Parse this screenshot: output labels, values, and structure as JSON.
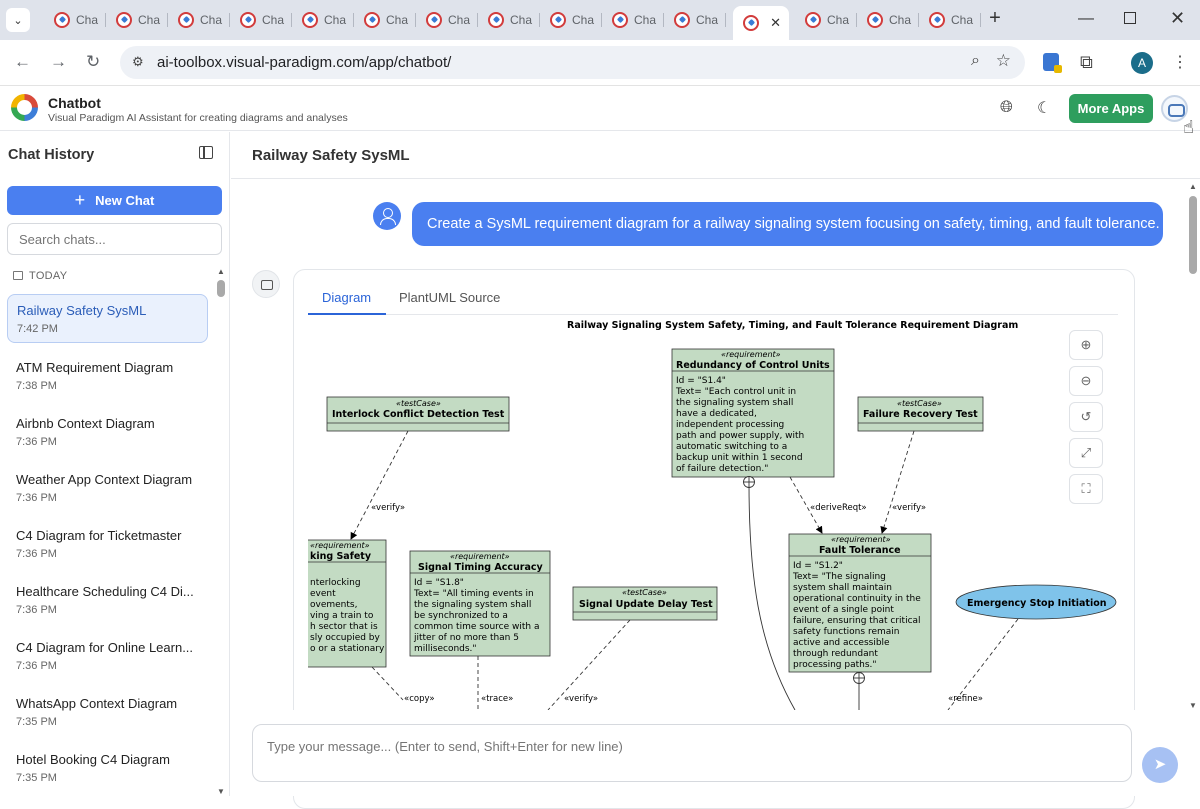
{
  "browser": {
    "tab_label": "Cha",
    "tab_count_inactive": 14,
    "url": "ai-toolbox.visual-paradigm.com/app/chatbot/",
    "profile_initial": "A"
  },
  "app": {
    "title": "Chatbot",
    "subtitle": "Visual Paradigm AI Assistant for creating diagrams and analyses",
    "more_apps": "More Apps"
  },
  "sidebar": {
    "title": "Chat History",
    "new_chat": "New Chat",
    "search_placeholder": "Search chats...",
    "section": "TODAY",
    "items": [
      {
        "title": "Railway Safety SysML",
        "time": "7:42 PM"
      },
      {
        "title": "ATM Requirement Diagram",
        "time": "7:38 PM"
      },
      {
        "title": "Airbnb Context Diagram",
        "time": "7:36 PM"
      },
      {
        "title": "Weather App Context Diagram",
        "time": "7:36 PM"
      },
      {
        "title": "C4 Diagram for Ticketmaster",
        "time": "7:36 PM"
      },
      {
        "title": "Healthcare Scheduling C4 Di...",
        "time": "7:36 PM"
      },
      {
        "title": "C4 Diagram for Online Learn...",
        "time": "7:36 PM"
      },
      {
        "title": "WhatsApp Context Diagram",
        "time": "7:35 PM"
      },
      {
        "title": "Hotel Booking C4 Diagram",
        "time": "7:35 PM"
      }
    ]
  },
  "main": {
    "title": "Railway Safety SysML",
    "user_message": "Create a SysML requirement diagram for a railway signaling system focusing on safety, timing, and fault tolerance.",
    "tabs": [
      "Diagram",
      "PlantUML Source"
    ],
    "input_placeholder": "Type your message... (Enter to send, Shift+Enter for new line)"
  },
  "diagram": {
    "title": "Railway Signaling System Safety, Timing, and Fault Tolerance Requirement Diagram",
    "stereo_testcase": "«testCase»",
    "stereo_requirement": "«requirement»",
    "stereo_requirement_cut": "«requirement»",
    "tc_interlock": "Interlock Conflict Detection Test",
    "tc_failure": "Failure Recovery Test",
    "tc_signal_update": "Signal Update Delay Test",
    "req_redundancy": {
      "name": "Redundancy of Control Units",
      "id": "Id = \"S1.4\"",
      "lines": [
        "Text= \"Each control unit in",
        "the signaling system shall",
        "have a dedicated,",
        "independent processing",
        "path and power supply, with",
        "automatic switching to a",
        "backup unit within 1 second",
        "of failure detection.\""
      ]
    },
    "req_fault": {
      "name": "Fault Tolerance",
      "id": "Id = \"S1.2\"",
      "lines": [
        "Text= \"The signaling",
        "system shall maintain",
        "operational continuity in the",
        "event of a single point",
        "failure, ensuring that critical",
        "safety functions remain",
        "active and accessible",
        "through redundant",
        "processing paths.\""
      ]
    },
    "req_timing": {
      "name": "Signal Timing Accuracy",
      "id": "Id = \"S1.8\"",
      "lines": [
        "Text= \"All timing events in",
        "the signaling system shall",
        "be synchronized to a",
        "common time source with a",
        "jitter of no more than 5",
        "milliseconds.\""
      ]
    },
    "req_locking": {
      "name": "king Safety",
      "lines": [
        "nterlocking",
        "event",
        "ovements,",
        "ving a train to",
        "h sector that is",
        "sly occupied by",
        "o or a stationary"
      ]
    },
    "usecase_emergency": "Emergency Stop Initiation",
    "rel_verify": "«verify»",
    "rel_derive": "«deriveReqt»",
    "rel_copy": "«copy»",
    "rel_trace": "«trace»",
    "rel_refine": "«refine»"
  }
}
